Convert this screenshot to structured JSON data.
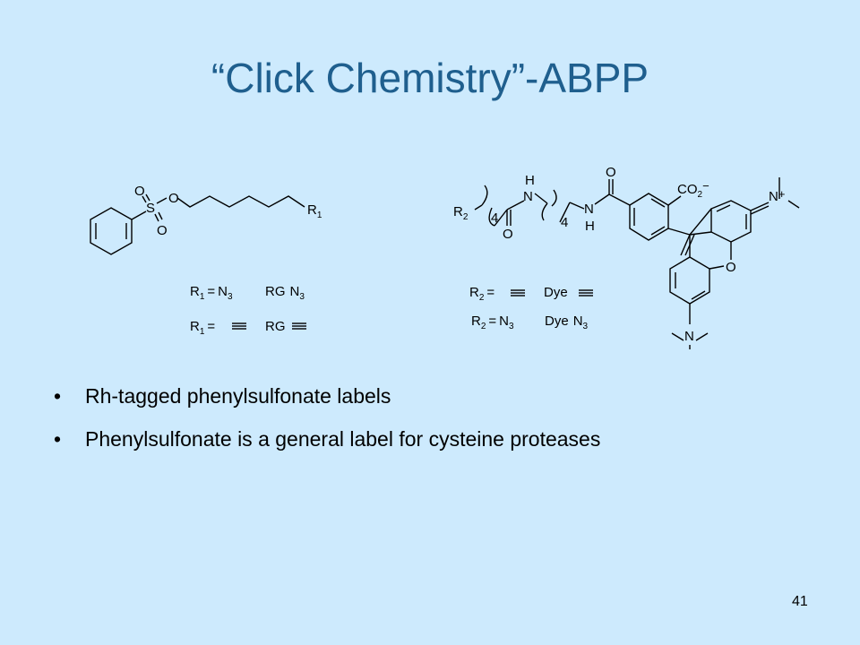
{
  "slide": {
    "title": "“Click Chemistry”-ABPP",
    "page_number": "41"
  },
  "figure": {
    "left_structure": {
      "atoms": {
        "o_top": "O",
        "s": "S",
        "o_ester": "O",
        "o_bottom": "O",
        "r": "R",
        "r_sub": "1"
      },
      "legend": [
        {
          "r": "R",
          "sub": "1",
          "eq": "=",
          "n": "N",
          "n_sub": "3",
          "rg": "RG",
          "rg_n": "N",
          "rg_n_sub": "3"
        },
        {
          "r": "R",
          "sub": "1",
          "eq": "=",
          "rg": "RG"
        }
      ]
    },
    "right_structure": {
      "atoms": {
        "r": "R",
        "r_sub": "2",
        "h_top": "H",
        "n1": "N",
        "n2": "N",
        "h_bottom": "H",
        "o_amide1": "O",
        "o_amide2": "O",
        "four1": "4",
        "four2": "4",
        "co2": "CO",
        "co2_sub": "2",
        "minus": "−",
        "n_plus": "N",
        "plus": "+",
        "o_ring": "O",
        "n_amine": "N"
      },
      "legend": [
        {
          "r": "R",
          "sub": "2",
          "eq": "=",
          "dye": "Dye"
        },
        {
          "r": "R",
          "sub": "2",
          "eq": "=",
          "n": "N",
          "n_sub": "3",
          "dye": "Dye",
          "dye_n": "N",
          "dye_n_sub": "3"
        }
      ]
    }
  },
  "bullets": [
    {
      "marker": "•",
      "text": "Rh-tagged phenylsulfonate labels"
    },
    {
      "marker": "•",
      "text": "Phenylsulfonate is a general label for cysteine proteases"
    }
  ]
}
